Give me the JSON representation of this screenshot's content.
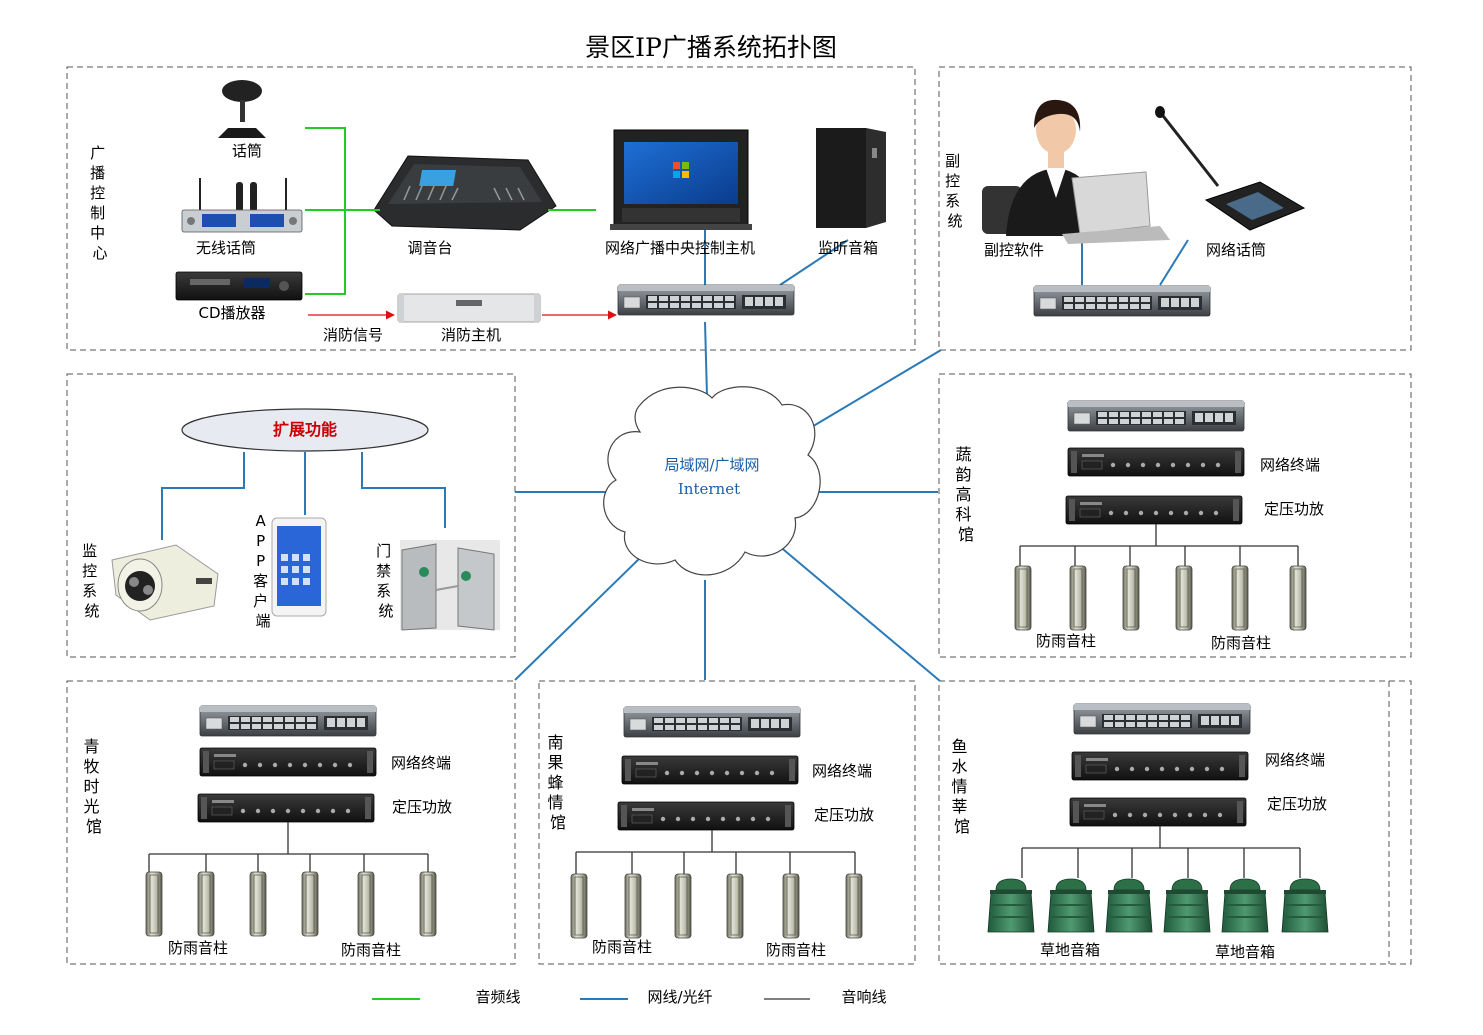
{
  "title": "景区IP广播系统拓扑图",
  "control_center": {
    "label_chars": [
      "广",
      "播",
      "控",
      "制",
      "中",
      "心"
    ],
    "mic": "话筒",
    "wireless_mic": "无线话筒",
    "cd_player": "CD播放器",
    "mixer": "调音台",
    "host": "网络广播中央控制主机",
    "monitor_speaker": "监听音箱",
    "fire_signal": "消防信号",
    "fire_host": "消防主机"
  },
  "sub_control": {
    "label_chars": [
      "副",
      "控",
      "系",
      "统"
    ],
    "software": "副控软件",
    "net_mic": "网络话筒"
  },
  "cloud": {
    "line1": "局域网/广域网",
    "line2": "Internet"
  },
  "extension": {
    "title": "扩展功能",
    "surveillance_chars": [
      "监",
      "控",
      "系",
      "统"
    ],
    "app_chars": [
      "A",
      "P",
      "P",
      "客",
      "户",
      "端"
    ],
    "gate_chars": [
      "门",
      "禁",
      "系",
      "统"
    ]
  },
  "common": {
    "terminal": "网络终端",
    "amplifier": "定压功放",
    "column_speaker": "防雨音柱",
    "lawn_speaker": "草地音箱"
  },
  "venues": {
    "v1_chars": [
      "蔬",
      "韵",
      "高",
      "科",
      "馆"
    ],
    "v2_chars": [
      "青",
      "牧",
      "时",
      "光",
      "馆"
    ],
    "v3_chars": [
      "南",
      "果",
      "蜂",
      "情",
      "馆"
    ],
    "v4_chars": [
      "鱼",
      "水",
      "情",
      "莘",
      "馆"
    ]
  },
  "legend": {
    "audio": "音频线",
    "network": "网线/光纤",
    "speaker": "音响线"
  },
  "colors": {
    "audio_line": "#22cc22",
    "network_line": "#2a7ab8",
    "fire_line": "#dd1111",
    "extension_title": "#cc0000",
    "cloud_text": "#1a5fa8"
  }
}
